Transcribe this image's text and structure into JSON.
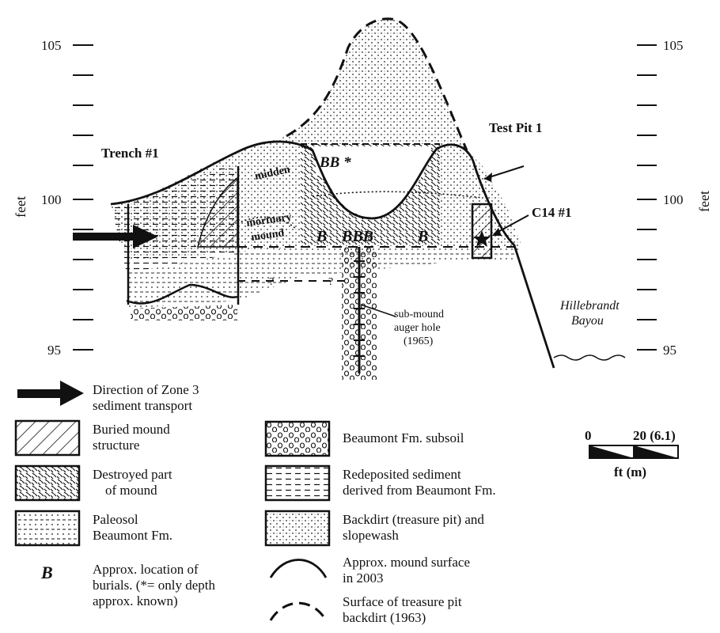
{
  "axis": {
    "unit_label": "feet",
    "ticks": [
      "105",
      "100",
      "95"
    ]
  },
  "labels": {
    "trench": "Trench #1",
    "test_pit": "Test Pit 1",
    "c14": "C14 #1",
    "midden": "midden",
    "mortuary_1": "mortuary",
    "mortuary_2": "mound",
    "bb_star": "BB *",
    "burials_row": [
      "B",
      "BBB",
      "B"
    ],
    "question": "?",
    "auger_1": "sub-mound",
    "auger_2": "auger hole",
    "auger_3": "(1965)",
    "bayou_1": "Hillebrandt",
    "bayou_2": "Bayou"
  },
  "scale_bar": {
    "start": "0",
    "end": "20 (6.1)",
    "unit": "ft (m)"
  },
  "legend": {
    "arrow": [
      "Direction of Zone 3",
      "sediment transport"
    ],
    "buried": [
      "Buried mound",
      "structure"
    ],
    "destroyed": [
      "Destroyed part",
      "of mound"
    ],
    "paleosol": [
      "Paleosol",
      "Beaumont Fm."
    ],
    "burials_symbol": "B",
    "burials": [
      "Approx. location of",
      "burials. (*= only depth",
      "approx. known)"
    ],
    "subsoil": [
      "Beaumont Fm. subsoil"
    ],
    "redeposited": [
      "Redeposited sediment",
      "derived from Beaumont Fm."
    ],
    "backdirt": [
      "Backdirt (treasure pit) and",
      "slopewash"
    ],
    "surface2003": [
      "Approx. mound surface",
      "in 2003"
    ],
    "surface1963": [
      "Surface of treasure pit",
      "backdirt (1963)"
    ]
  }
}
